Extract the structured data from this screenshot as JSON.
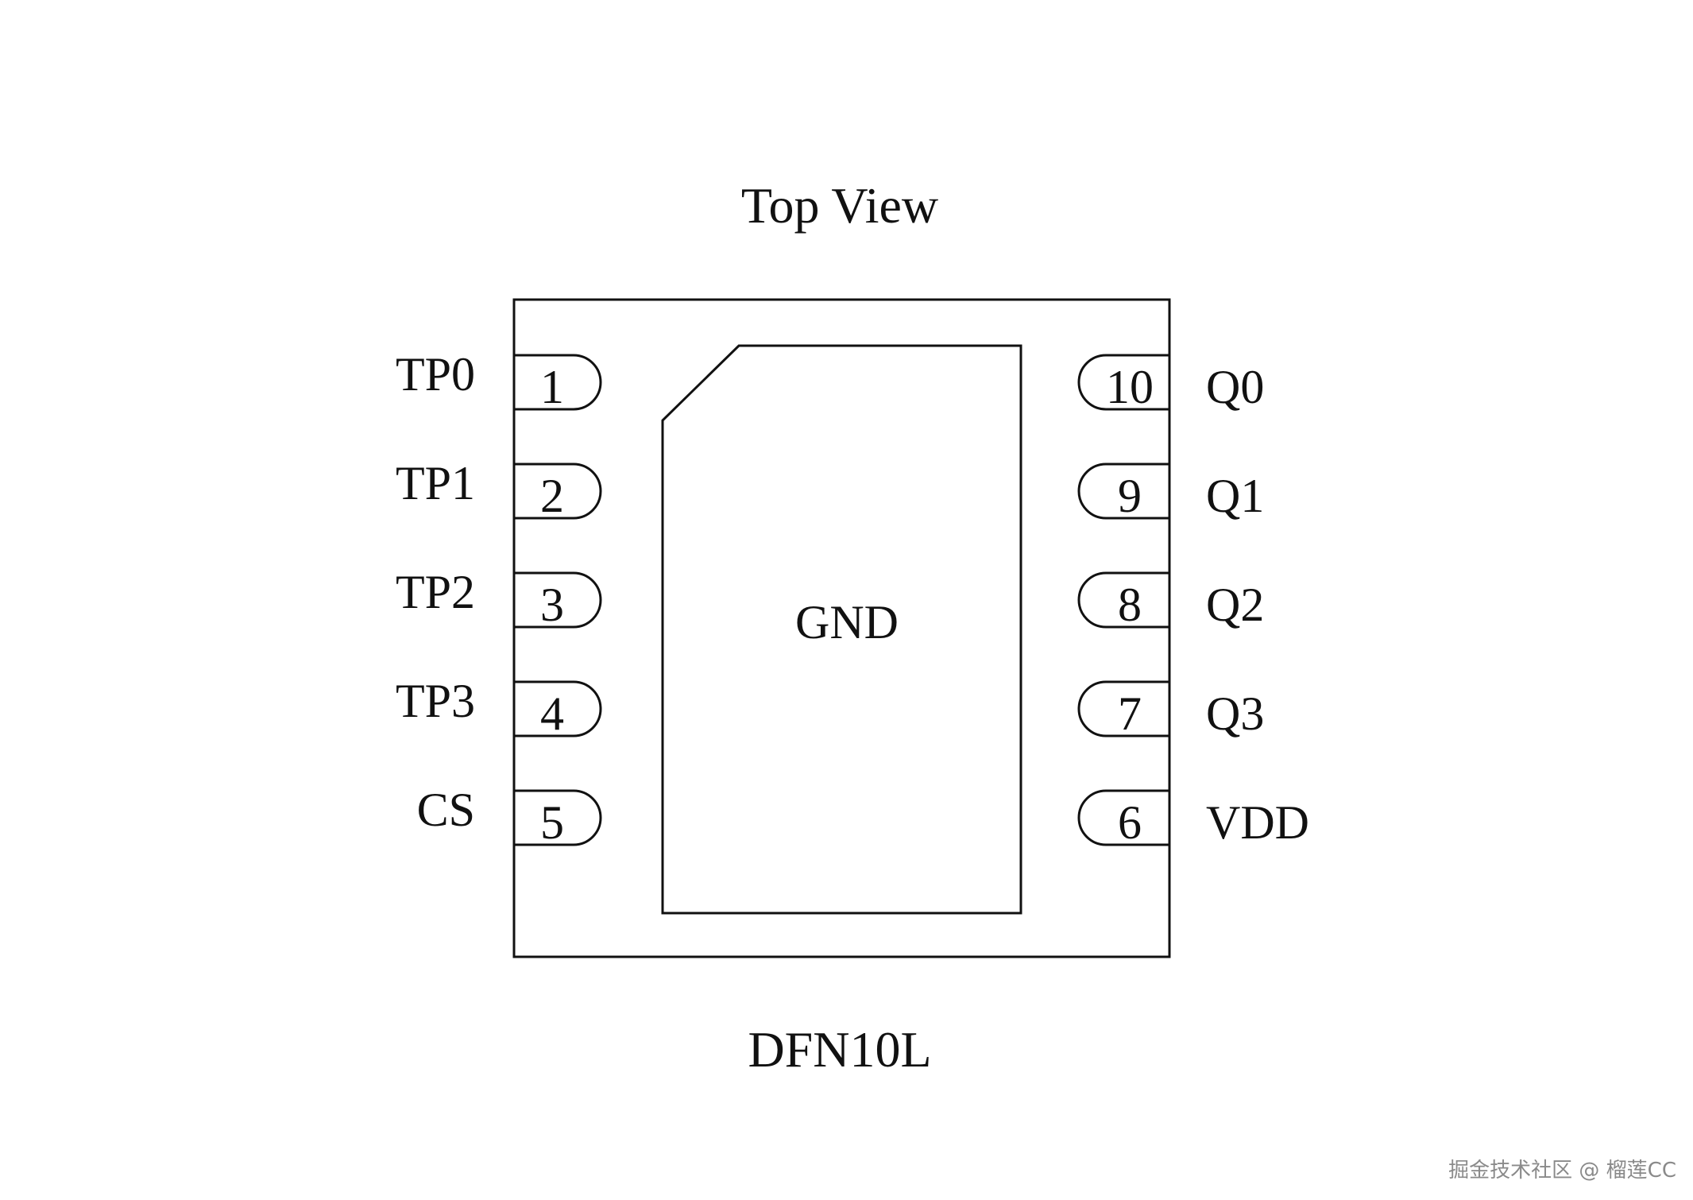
{
  "title": "Top View",
  "package": "DFN10L",
  "pad_label": "GND",
  "left_pins": [
    {
      "number": "1",
      "name": "TP0"
    },
    {
      "number": "2",
      "name": "TP1"
    },
    {
      "number": "3",
      "name": "TP2"
    },
    {
      "number": "4",
      "name": "TP3"
    },
    {
      "number": "5",
      "name": "CS"
    }
  ],
  "right_pins": [
    {
      "number": "10",
      "name": "Q0"
    },
    {
      "number": "9",
      "name": "Q1"
    },
    {
      "number": "8",
      "name": "Q2"
    },
    {
      "number": "7",
      "name": "Q3"
    },
    {
      "number": "6",
      "name": "VDD"
    }
  ],
  "watermark": "掘金技术社区 @ 榴莲CC",
  "colors": {
    "line": "#111111",
    "background": "#ffffff",
    "watermark": "#8a8a8a"
  }
}
